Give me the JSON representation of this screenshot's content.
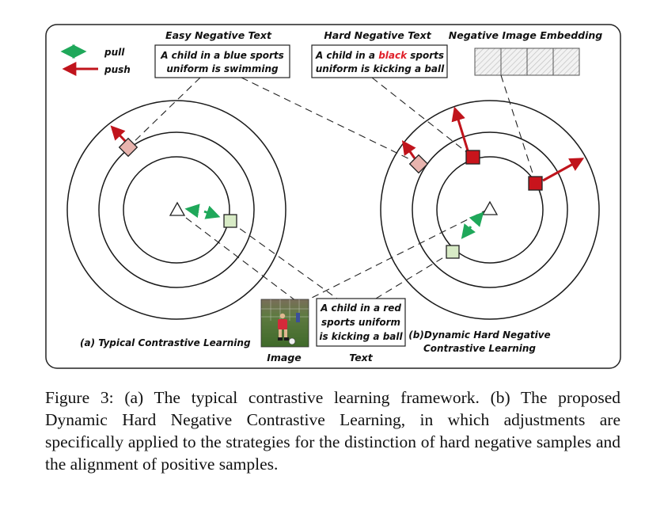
{
  "legend": {
    "pull": "pull",
    "push": "push"
  },
  "easy_negative": {
    "heading": "Easy Negative Text",
    "line1": "A child in a blue sports",
    "line2": "uniform is swimming"
  },
  "hard_negative": {
    "heading": "Hard Negative Text",
    "line1_prefix": "A child in a ",
    "line1_highlight": "black",
    "line1_suffix": " sports",
    "line2": "uniform is kicking a ball"
  },
  "negative_image": {
    "heading": "Negative Image Embedding"
  },
  "panel_a": {
    "title": "(a) Typical Contrastive Learning"
  },
  "panel_b": {
    "title_line1": "(b)Dynamic Hard Negative",
    "title_line2": "Contrastive Learning"
  },
  "anchor": {
    "image_label": "Image",
    "text_label": "Text",
    "text_line1": "A child in a red",
    "text_line2": "sports uniform",
    "text_line3": "is kicking a ball"
  },
  "caption": "Figure 3: (a) The typical contrastive learning framework. (b) The proposed Dynamic Hard Negative Contrastive Learning, in which adjustments are specifically applied to the strategies for the distinction of hard negative samples and the alignment of positive samples.",
  "colors": {
    "pull_arrow": "#1fa85a",
    "push_arrow": "#c0141c",
    "hard_negative_word": "#e0202a",
    "easy_square": "#e8b4ae",
    "hard_square": "#c8141c",
    "positive_square": "#d8ebc6"
  }
}
